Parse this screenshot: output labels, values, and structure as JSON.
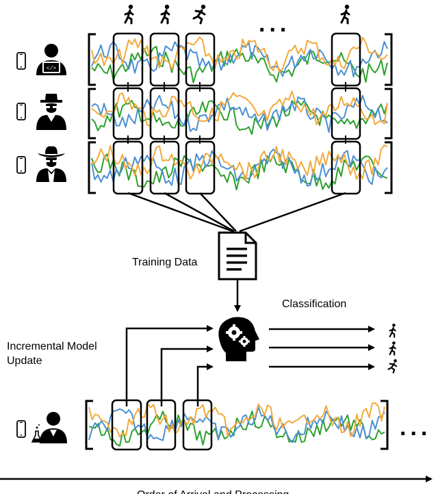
{
  "labels": {
    "training_data": "Training Data",
    "classification": "Classification",
    "incremental_update": "Incremental Model\nUpdate",
    "axis": "Order of Arrival and Processing",
    "ellipsis_top": "...",
    "ellipsis_bottom": "..."
  },
  "icons": {
    "users": [
      "developer-user-icon",
      "detective-user-icon",
      "cowboy-user-icon",
      "scientist-user-icon"
    ],
    "device": "smartphone-icon",
    "activity": [
      "walking-icon",
      "running-icon"
    ],
    "document": "document-icon",
    "model": "brain-gears-icon"
  },
  "colors": {
    "series": [
      "#2ca02c",
      "#4a8fd4",
      "#f2a93b"
    ],
    "stroke": "#000000"
  }
}
